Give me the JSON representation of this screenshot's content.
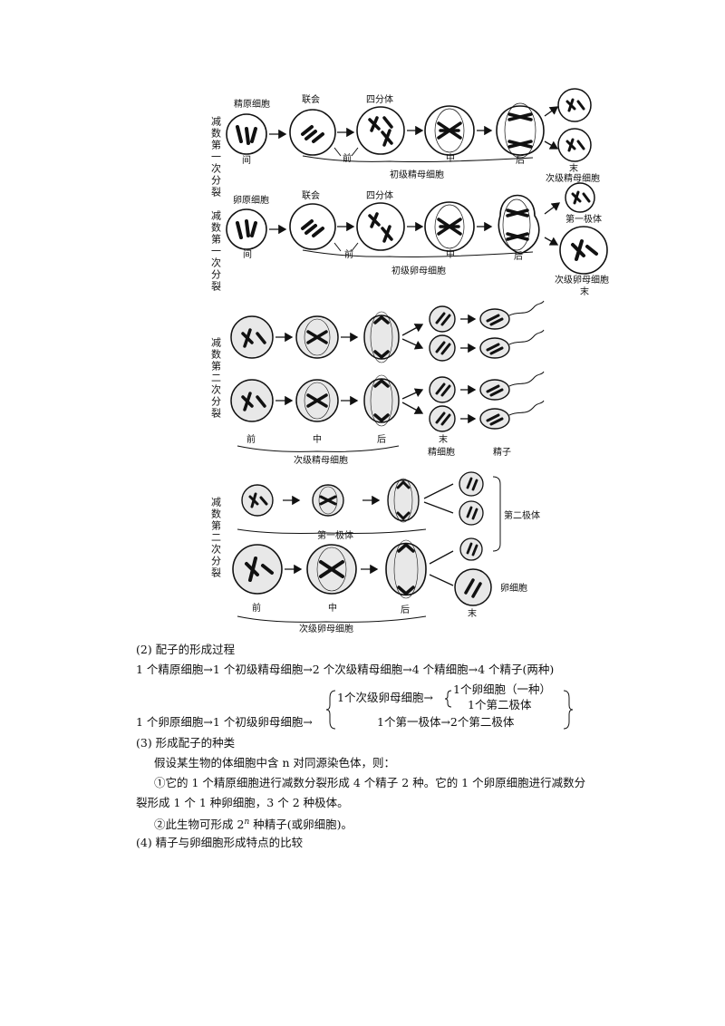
{
  "figure": {
    "labels": {
      "meiosis1": "减数第一次分裂",
      "meiosis2": "减数第二次分裂",
      "spermatogonium": "精原细胞",
      "oogonium": "卵原细胞",
      "synapsis": "联会",
      "tetrad": "四分体",
      "interphase": "间",
      "prophase": "前",
      "metaphase": "中",
      "anaphase": "后",
      "telophase": "末",
      "primary_spermatocyte": "初级精母细胞",
      "primary_oocyte": "初级卵母细胞",
      "secondary_spermatocyte": "次级精母细胞",
      "secondary_oocyte": "次级卵母细胞",
      "first_polar_body": "第一极体",
      "second_polar_body": "第二极体",
      "spermatid": "精细胞",
      "sperm": "精子",
      "egg": "卵细胞"
    }
  },
  "text": {
    "sec2_title": "(2)  配子的形成过程",
    "sperm_flow": "1 个精原细胞→1 个初级精母细胞→2 个次级精母细胞→4 个精细胞→4 个精子(两种)",
    "egg_flow_left": "1 个卵原细胞→1 个初级卵母细胞→",
    "egg_branch_top": "1个次级卵母细胞→",
    "egg_branch_top_a": "1个卵细胞（一种）",
    "egg_branch_top_b": "1个第二极体",
    "egg_branch_bottom": "1个第一极体→2个第二极体",
    "sec3_title": "(3)  形成配子的种类",
    "para1": "假设某生物的体细胞中含 n 对同源染色体，则：",
    "para2a": "①它的 1 个精原细胞进行减数分裂形成 4 个精子 2 种。它的 1 个卵原细胞进行减数分",
    "para2b": "裂形成 1 个 1 种卵细胞，3 个 2 种极体。",
    "para3_pre": "②此生物可形成 2",
    "para3_sup": "n",
    "para3_post": " 种精子(或卵细胞)。",
    "sec4_title": "(4)  精子与卵细胞形成特点的比较"
  }
}
